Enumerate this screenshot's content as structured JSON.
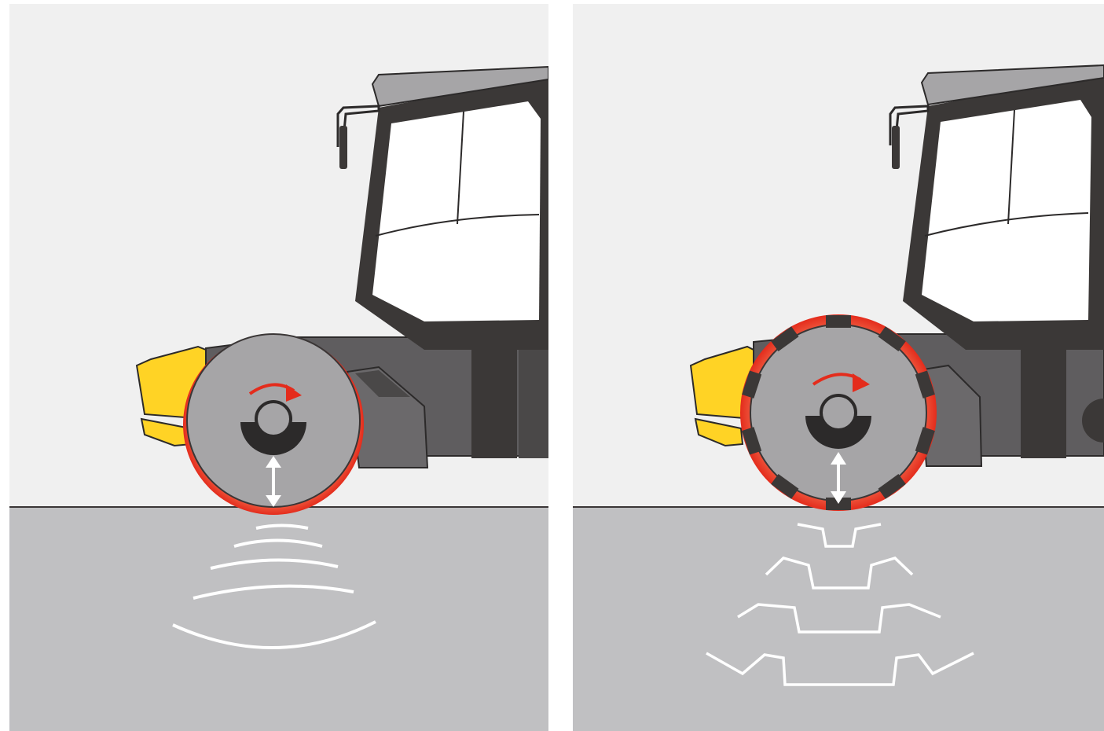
{
  "panels": [
    {
      "id": "smooth-drum",
      "drum": "smooth",
      "ground_waves": "arcs"
    },
    {
      "id": "padfoot-drum",
      "drum": "padfoot",
      "ground_waves": "stepped"
    }
  ],
  "colors": {
    "background": "#f0f0f0",
    "ground": "#c0c0c2",
    "body": "#3b3837",
    "chassis": "#5f5d5f",
    "drum": "#a6a5a7",
    "drum_outline": "#3a3636",
    "vibration_glow": "#e42c1c",
    "accent_yellow": "#ffd325",
    "arrow_red": "#e42c1c",
    "wave": "#ffffff"
  },
  "icons": [
    "rotation-arrow-icon",
    "vertical-oscillation-arrow-icon",
    "eccentric-weight-icon"
  ]
}
